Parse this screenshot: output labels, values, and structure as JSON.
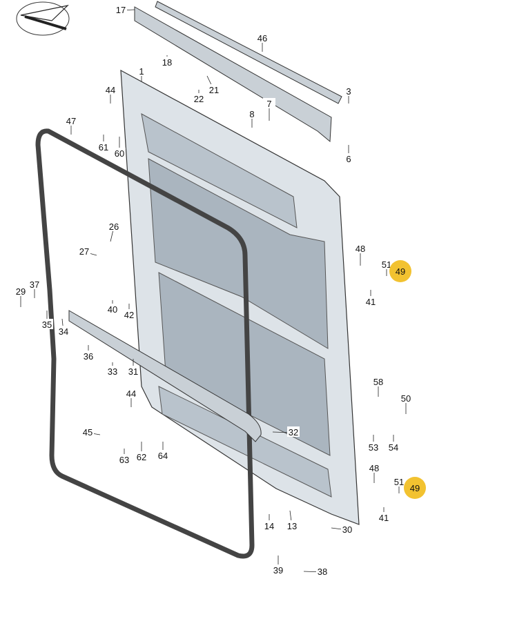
{
  "highlight_color": "#f2c230",
  "callouts": [
    {
      "label": "17"
    },
    {
      "label": "46"
    },
    {
      "label": "18"
    },
    {
      "label": "1"
    },
    {
      "label": "21"
    },
    {
      "label": "44"
    },
    {
      "label": "3"
    },
    {
      "label": "22"
    },
    {
      "label": "7"
    },
    {
      "label": "8"
    },
    {
      "label": "47"
    },
    {
      "label": "61"
    },
    {
      "label": "60"
    },
    {
      "label": "6"
    },
    {
      "label": "26"
    },
    {
      "label": "27"
    },
    {
      "label": "48"
    },
    {
      "label": "51"
    },
    {
      "label": "49",
      "highlight": true
    },
    {
      "label": "41"
    },
    {
      "label": "37"
    },
    {
      "label": "29"
    },
    {
      "label": "40"
    },
    {
      "label": "42"
    },
    {
      "label": "35"
    },
    {
      "label": "34"
    },
    {
      "label": "36"
    },
    {
      "label": "33"
    },
    {
      "label": "31"
    },
    {
      "label": "58"
    },
    {
      "label": "50"
    },
    {
      "label": "44"
    },
    {
      "label": "45"
    },
    {
      "label": "32"
    },
    {
      "label": "53"
    },
    {
      "label": "54"
    },
    {
      "label": "63"
    },
    {
      "label": "62"
    },
    {
      "label": "64"
    },
    {
      "label": "48"
    },
    {
      "label": "51"
    },
    {
      "label": "49",
      "highlight": true
    },
    {
      "label": "13"
    },
    {
      "label": "14"
    },
    {
      "label": "41"
    },
    {
      "label": "30"
    },
    {
      "label": "39"
    },
    {
      "label": "38"
    }
  ]
}
